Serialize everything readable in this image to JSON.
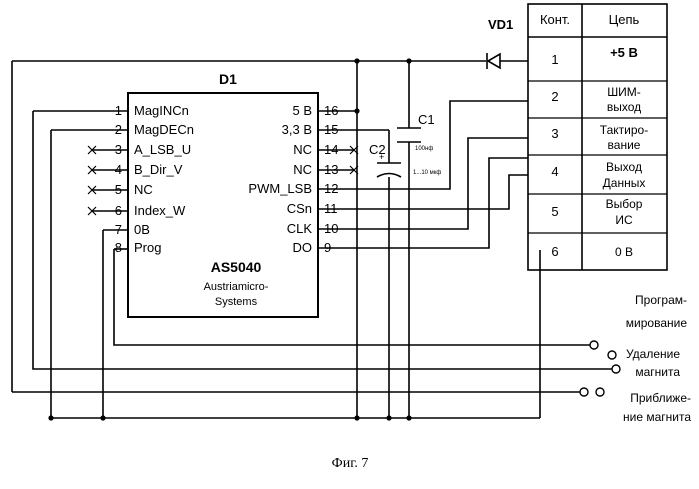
{
  "chip": {
    "ref": "D1",
    "part": "AS5040",
    "maker_line1": "Austriamicro-",
    "maker_line2": "Systems",
    "left_pins": [
      {
        "num": "1",
        "name": "MagINCn"
      },
      {
        "num": "2",
        "name": "MagDECn"
      },
      {
        "num": "3",
        "name": "A_LSB_U"
      },
      {
        "num": "4",
        "name": "B_Dir_V"
      },
      {
        "num": "5",
        "name": "NC"
      },
      {
        "num": "6",
        "name": "Index_W"
      },
      {
        "num": "7",
        "name": "0B"
      },
      {
        "num": "8",
        "name": "Prog"
      }
    ],
    "right_pins": [
      {
        "num": "16",
        "name": "5 B"
      },
      {
        "num": "15",
        "name": "3,3 B"
      },
      {
        "num": "14",
        "name": "NC"
      },
      {
        "num": "13",
        "name": "NC"
      },
      {
        "num": "12",
        "name": "PWM_LSB"
      },
      {
        "num": "11",
        "name": "CSn"
      },
      {
        "num": "10",
        "name": "CLK"
      },
      {
        "num": "9",
        "name": "DO"
      }
    ]
  },
  "diode": {
    "ref": "VD1"
  },
  "capacitors": {
    "c1": {
      "ref": "C1",
      "value": "100нф"
    },
    "c2": {
      "ref": "C2",
      "value": "1...10 мкф"
    }
  },
  "connector_table": {
    "headers": [
      "Конт.",
      "Цепь"
    ],
    "rows": [
      {
        "num": "1",
        "lines": [
          "+5 В"
        ]
      },
      {
        "num": "2",
        "lines": [
          "ШИМ-",
          "выход"
        ]
      },
      {
        "num": "3",
        "lines": [
          "Тактиро-",
          "вание"
        ]
      },
      {
        "num": "4",
        "lines": [
          "Выход",
          "Данных"
        ]
      },
      {
        "num": "5",
        "lines": [
          "Выбор",
          "ИС"
        ]
      },
      {
        "num": "6",
        "lines": [
          "0 В"
        ]
      }
    ]
  },
  "switch_labels": [
    [
      "Програм-",
      "мирование"
    ],
    [
      "Удаление",
      "магнита"
    ],
    [
      "Приближе-",
      "ние магнита"
    ]
  ],
  "figure_caption": "Фиг. 7"
}
